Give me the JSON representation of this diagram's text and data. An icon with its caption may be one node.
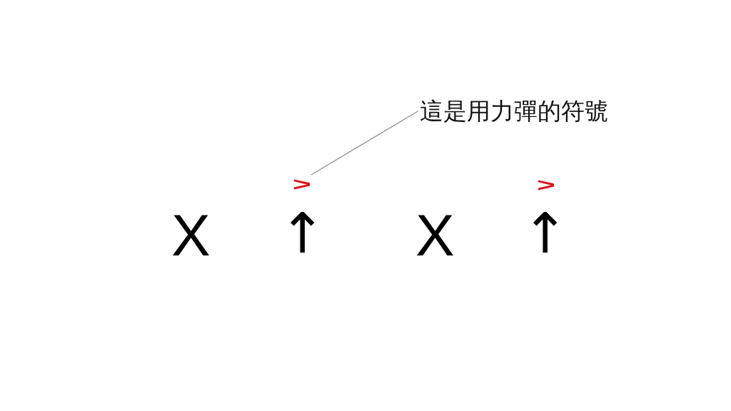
{
  "diagram": {
    "nodes": [
      {
        "text": [
          "這是用力彈的符號"
        ]
      },
      {
        "text": [
          ">"
        ]
      }
    ],
    "edges": [
      {
        "from": 0,
        "to": 1,
        "arrow": "none"
      }
    ],
    "labels": [
      ">",
      "X",
      "↑",
      "X",
      "↑"
    ]
  }
}
